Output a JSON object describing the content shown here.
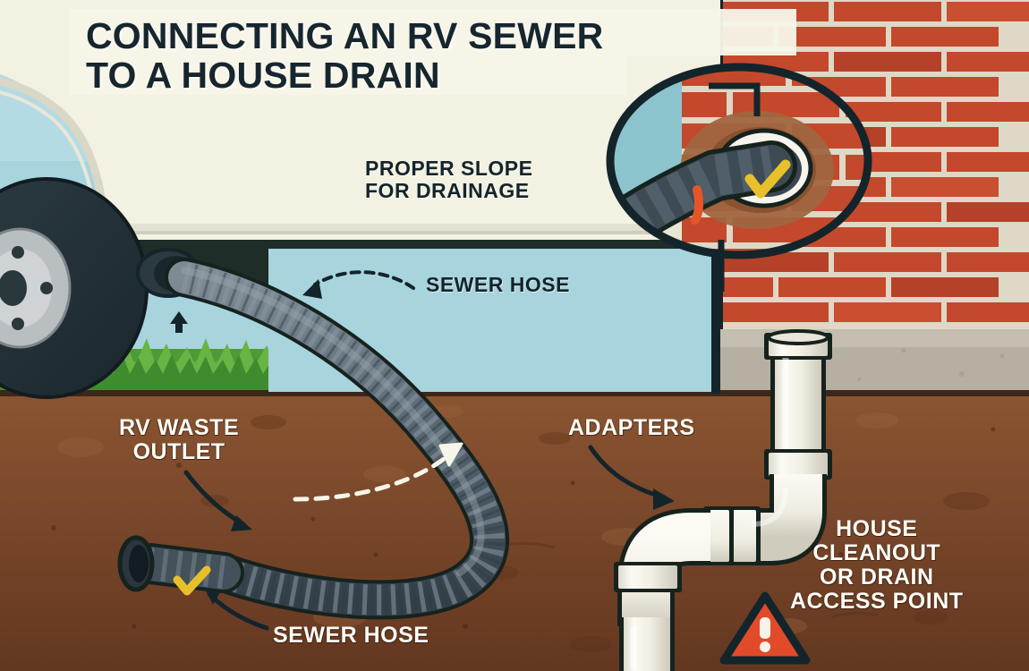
{
  "title": {
    "text": "CONNECTING AN RV SEWER\nTO A HOUSE DRAIN",
    "color": "#17262e"
  },
  "labels": {
    "proper_slope": "PROPER SLOPE\nFOR DRAINAGE",
    "sewer_hose_top": "SEWER HOSE",
    "rv_waste_outlet": "RV WASTE\nOUTLET",
    "adapters": "ADAPTERS",
    "house_cleanout": "HOUSE\nCLEANOUT\nOR DRAIN\nACCESS POINT",
    "sewer_hose_bottom": "SEWER HOSE"
  },
  "palette": {
    "sky": "#a8d4de",
    "rv_body": "#f3f1e1",
    "rv_trim": "#d9d7c6",
    "rv_chassis": "#1e2d27",
    "tire": "#24333a",
    "wheel_hub": "#c9cdcf",
    "grass_light": "#5fa83f",
    "grass_dark": "#3f8c2f",
    "soil": "#7d4a2c",
    "soil_dark": "#5e3520",
    "soil_light": "#94603c",
    "brick": "#c4482c",
    "brick_alt": "#b03f27",
    "mortar": "#ded8c6",
    "foundation": "#b6b0a3",
    "hose": "#5c6b76",
    "hose_dark": "#3a4751",
    "hose_rib": "#7a8893",
    "hose_outline": "#16221d",
    "pvc": "#f4f2ea",
    "pvc_shade": "#d6d3c7",
    "pvc_outline": "#16221d",
    "orange_ring": "#e5552a",
    "check_yellow": "#e8c12a",
    "warning_red": "#e24b2a",
    "outline": "#14242b"
  },
  "icons": {
    "checkmark_hose_end": "check-icon",
    "checkmark_inset": "check-icon",
    "warning": "warning-triangle-icon",
    "slope_arrow": "dashed-arrow-icon",
    "sewer_hose_arrow": "dashed-arrow-icon",
    "adapters_arrow": "curved-arrow-icon",
    "rv_waste_arrow": "curved-arrow-icon",
    "hose_bottom_arrow": "curved-arrow-icon",
    "outlet_marker": "up-arrow-icon"
  }
}
